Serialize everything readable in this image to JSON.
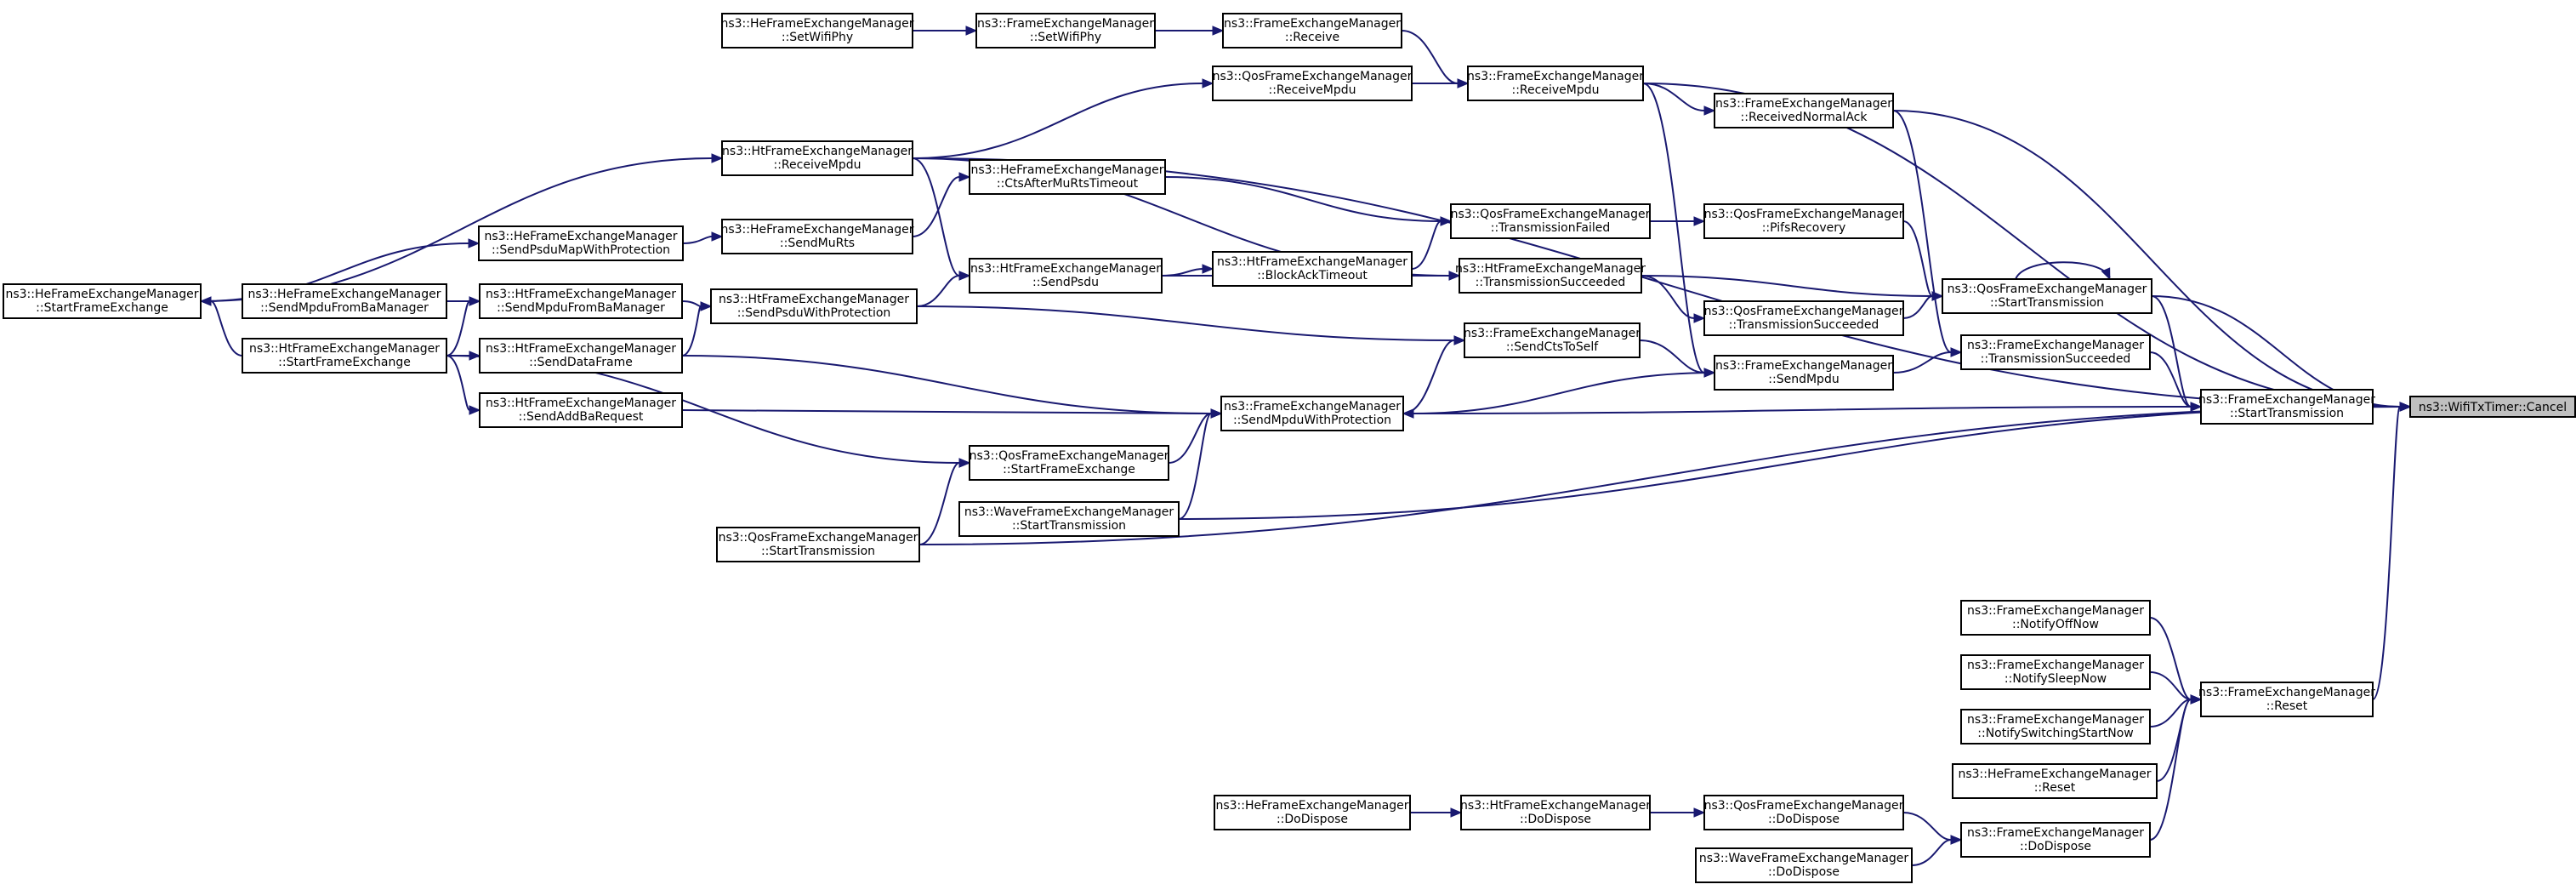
{
  "colors": {
    "edge": "#191970",
    "node_border": "#000000",
    "highlight_fill": "#bfbfbf",
    "background": "#ffffff"
  },
  "nodes": [
    {
      "id": "target",
      "l1": "ns3::WifiTxTimer::Cancel",
      "l2": "",
      "highlight": true
    },
    {
      "id": "fem_start",
      "l1": "ns3::FrameExchangeManager",
      "l2": "::StartTransmission"
    },
    {
      "id": "fem_reset",
      "l1": "ns3::FrameExchangeManager",
      "l2": "::Reset"
    },
    {
      "id": "fem_dispose",
      "l1": "ns3::FrameExchangeManager",
      "l2": "::DoDispose"
    },
    {
      "id": "qos_start",
      "l1": "ns3::QosFrameExchangeManager",
      "l2": "::StartTransmission"
    },
    {
      "id": "fem_txsucc",
      "l1": "ns3::FrameExchangeManager",
      "l2": "::TransmissionSucceeded"
    },
    {
      "id": "fem_notifyoff",
      "l1": "ns3::FrameExchangeManager",
      "l2": "::NotifyOffNow"
    },
    {
      "id": "fem_notifysleep",
      "l1": "ns3::FrameExchangeManager",
      "l2": "::NotifySleepNow"
    },
    {
      "id": "fem_notifyswitch",
      "l1": "ns3::FrameExchangeManager",
      "l2": "::NotifySwitchingStartNow"
    },
    {
      "id": "he_reset",
      "l1": "ns3::HeFrameExchangeManager",
      "l2": "::Reset"
    },
    {
      "id": "qos_dispose",
      "l1": "ns3::QosFrameExchangeManager",
      "l2": "::DoDispose"
    },
    {
      "id": "wave_dispose",
      "l1": "ns3::WaveFrameExchangeManager",
      "l2": "::DoDispose"
    },
    {
      "id": "qos_pifs",
      "l1": "ns3::QosFrameExchangeManager",
      "l2": "::PifsRecovery"
    },
    {
      "id": "qos_txsucc",
      "l1": "ns3::QosFrameExchangeManager",
      "l2": "::TransmissionSucceeded"
    },
    {
      "id": "fem_sendmpdu",
      "l1": "ns3::FrameExchangeManager",
      "l2": "::SendMpdu"
    },
    {
      "id": "fem_recvack",
      "l1": "ns3::FrameExchangeManager",
      "l2": "::ReceivedNormalAck"
    },
    {
      "id": "qos_txfail",
      "l1": "ns3::QosFrameExchangeManager",
      "l2": "::TransmissionFailed"
    },
    {
      "id": "ht_txsucc",
      "l1": "ns3::HtFrameExchangeManager",
      "l2": "::TransmissionSucceeded"
    },
    {
      "id": "fem_recvmpdu",
      "l1": "ns3::FrameExchangeManager",
      "l2": "::ReceiveMpdu"
    },
    {
      "id": "fem_sendcts",
      "l1": "ns3::FrameExchangeManager",
      "l2": "::SendCtsToSelf"
    },
    {
      "id": "ht_dispose",
      "l1": "ns3::HtFrameExchangeManager",
      "l2": "::DoDispose"
    },
    {
      "id": "fem_receive",
      "l1": "ns3::FrameExchangeManager",
      "l2": "::Receive"
    },
    {
      "id": "qos_recvmpdu",
      "l1": "ns3::QosFrameExchangeManager",
      "l2": "::ReceiveMpdu"
    },
    {
      "id": "ht_blockack",
      "l1": "ns3::HtFrameExchangeManager",
      "l2": "::BlockAckTimeout"
    },
    {
      "id": "fem_sendmpduprot",
      "l1": "ns3::FrameExchangeManager",
      "l2": "::SendMpduWithProtection"
    },
    {
      "id": "he_dispose",
      "l1": "ns3::HeFrameExchangeManager",
      "l2": "::DoDispose"
    },
    {
      "id": "fem_setwifiphy",
      "l1": "ns3::FrameExchangeManager",
      "l2": "::SetWifiPhy"
    },
    {
      "id": "he_ctsafter",
      "l1": "ns3::HeFrameExchangeManager",
      "l2": "::CtsAfterMuRtsTimeout"
    },
    {
      "id": "ht_sendpsdu",
      "l1": "ns3::HtFrameExchangeManager",
      "l2": "::SendPsdu"
    },
    {
      "id": "qos_startfe",
      "l1": "ns3::QosFrameExchangeManager",
      "l2": "::StartFrameExchange"
    },
    {
      "id": "wave_start",
      "l1": "ns3::WaveFrameExchangeManager",
      "l2": "::StartTransmission"
    },
    {
      "id": "he_setwifiphy",
      "l1": "ns3::HeFrameExchangeManager",
      "l2": "::SetWifiPhy"
    },
    {
      "id": "ht_recvmpdu",
      "l1": "ns3::HtFrameExchangeManager",
      "l2": "::ReceiveMpdu"
    },
    {
      "id": "he_sendmurts",
      "l1": "ns3::HeFrameExchangeManager",
      "l2": "::SendMuRts"
    },
    {
      "id": "ht_sendpsduprot",
      "l1": "ns3::HtFrameExchangeManager",
      "l2": "::SendPsduWithProtection"
    },
    {
      "id": "qos_start2",
      "l1": "ns3::QosFrameExchangeManager",
      "l2": "::StartTransmission"
    },
    {
      "id": "he_sendpsdumap",
      "l1": "ns3::HeFrameExchangeManager",
      "l2": "::SendPsduMapWithProtection"
    },
    {
      "id": "ht_sendmpdufromba",
      "l1": "ns3::HtFrameExchangeManager",
      "l2": "::SendMpduFromBaManager"
    },
    {
      "id": "ht_senddata",
      "l1": "ns3::HtFrameExchangeManager",
      "l2": "::SendDataFrame"
    },
    {
      "id": "ht_sendaddba",
      "l1": "ns3::HtFrameExchangeManager",
      "l2": "::SendAddBaRequest"
    },
    {
      "id": "he_sendmpdufromba",
      "l1": "ns3::HeFrameExchangeManager",
      "l2": "::SendMpduFromBaManager"
    },
    {
      "id": "ht_startfe",
      "l1": "ns3::HtFrameExchangeManager",
      "l2": "::StartFrameExchange"
    },
    {
      "id": "he_startfe",
      "l1": "ns3::HeFrameExchangeManager",
      "l2": "::StartFrameExchange"
    }
  ],
  "edges": [
    [
      "fem_start",
      "target"
    ],
    [
      "fem_reset",
      "target"
    ],
    [
      "qos_start",
      "target"
    ],
    [
      "fem_recvmpdu",
      "target"
    ],
    [
      "fem_recvack",
      "target"
    ],
    [
      "ht_recvmpdu",
      "target"
    ],
    [
      "wave_start",
      "target"
    ],
    [
      "qos_start2",
      "target"
    ],
    [
      "qos_start",
      "fem_start"
    ],
    [
      "fem_txsucc",
      "fem_start"
    ],
    [
      "fem_start",
      "fem_sendmpduprot"
    ],
    [
      "fem_notifyoff",
      "fem_reset"
    ],
    [
      "fem_notifysleep",
      "fem_reset"
    ],
    [
      "fem_notifyswitch",
      "fem_reset"
    ],
    [
      "he_reset",
      "fem_reset"
    ],
    [
      "fem_dispose",
      "fem_reset"
    ],
    [
      "qos_dispose",
      "fem_dispose"
    ],
    [
      "wave_dispose",
      "fem_dispose"
    ],
    [
      "ht_dispose",
      "qos_dispose"
    ],
    [
      "he_dispose",
      "ht_dispose"
    ],
    [
      "qos_start",
      "qos_start"
    ],
    [
      "qos_pifs",
      "qos_start"
    ],
    [
      "qos_txsucc",
      "qos_start"
    ],
    [
      "ht_txsucc",
      "qos_start"
    ],
    [
      "fem_recvack",
      "fem_txsucc"
    ],
    [
      "fem_sendmpdu",
      "fem_txsucc"
    ],
    [
      "qos_txfail",
      "qos_pifs"
    ],
    [
      "ht_txsucc",
      "qos_txsucc"
    ],
    [
      "fem_recvmpdu",
      "fem_sendmpdu"
    ],
    [
      "fem_sendcts",
      "fem_sendmpdu"
    ],
    [
      "fem_sendmpdu",
      "fem_sendmpduprot"
    ],
    [
      "fem_recvmpdu",
      "fem_recvack"
    ],
    [
      "he_ctsafter",
      "qos_txfail"
    ],
    [
      "ht_blockack",
      "qos_txfail"
    ],
    [
      "ht_recvmpdu",
      "ht_txsucc"
    ],
    [
      "ht_sendpsdu",
      "ht_txsucc"
    ],
    [
      "fem_receive",
      "fem_recvmpdu"
    ],
    [
      "qos_recvmpdu",
      "fem_recvmpdu"
    ],
    [
      "fem_sendmpduprot",
      "fem_sendcts"
    ],
    [
      "ht_sendpsduprot",
      "fem_sendcts"
    ],
    [
      "fem_setwifiphy",
      "fem_receive"
    ],
    [
      "he_setwifiphy",
      "fem_setwifiphy"
    ],
    [
      "ht_recvmpdu",
      "qos_recvmpdu"
    ],
    [
      "ht_sendpsdu",
      "ht_blockack"
    ],
    [
      "ht_senddata",
      "fem_sendmpduprot"
    ],
    [
      "ht_sendaddba",
      "fem_sendmpduprot"
    ],
    [
      "qos_startfe",
      "fem_sendmpduprot"
    ],
    [
      "wave_start",
      "fem_sendmpduprot"
    ],
    [
      "he_sendmurts",
      "he_ctsafter"
    ],
    [
      "ht_recvmpdu",
      "ht_sendpsdu"
    ],
    [
      "ht_sendpsduprot",
      "ht_sendpsdu"
    ],
    [
      "ht_startfe",
      "qos_startfe"
    ],
    [
      "qos_start2",
      "qos_startfe"
    ],
    [
      "he_startfe",
      "ht_recvmpdu"
    ],
    [
      "he_sendpsdumap",
      "he_sendmurts"
    ],
    [
      "ht_sendmpdufromba",
      "ht_sendpsduprot"
    ],
    [
      "ht_senddata",
      "ht_sendpsduprot"
    ],
    [
      "he_startfe",
      "he_sendpsdumap"
    ],
    [
      "he_sendmpdufromba",
      "ht_sendmpdufromba"
    ],
    [
      "ht_startfe",
      "ht_sendmpdufromba"
    ],
    [
      "ht_startfe",
      "ht_senddata"
    ],
    [
      "ht_startfe",
      "ht_sendaddba"
    ],
    [
      "ht_startfe",
      "he_startfe"
    ]
  ]
}
